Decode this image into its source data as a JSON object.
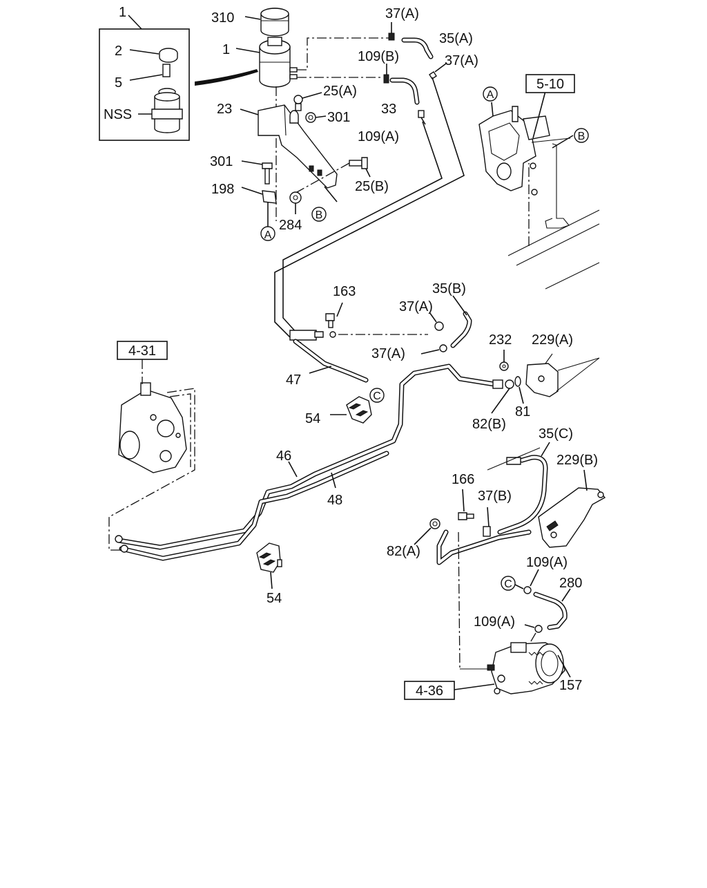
{
  "labels": {
    "l1_top": "1",
    "l2": "2",
    "l5": "5",
    "nss": "NSS",
    "l310": "310",
    "l1_tank": "1",
    "l23": "23",
    "l37a_1": "37(A)",
    "l35a": "35(A)",
    "l109b": "109(B)",
    "l37a_2": "37(A)",
    "l25a": "25(A)",
    "l33": "33",
    "l301_a": "301",
    "l109a_1": "109(A)",
    "l301_b": "301",
    "l25b": "25(B)",
    "l198": "198",
    "l284": "284",
    "l163": "163",
    "l35b": "35(B)",
    "l37a_3": "37(A)",
    "l37a_4": "37(A)",
    "l47": "47",
    "l232": "232",
    "l229a": "229(A)",
    "l54_a": "54",
    "l82b": "82(B)",
    "l81": "81",
    "l35c": "35(C)",
    "l46": "46",
    "l229b": "229(B)",
    "l48": "48",
    "l166": "166",
    "l37b": "37(B)",
    "l82a": "82(A)",
    "l109a_2": "109(A)",
    "l280": "280",
    "l54_b": "54",
    "l109a_3": "109(A)",
    "l157": "157"
  },
  "refs": {
    "r510": "5-10",
    "r431": "4-31",
    "r436": "4-36"
  },
  "markers": {
    "a_tank": "A",
    "b_bracket": "B",
    "a_frame": "A",
    "b_frame": "B",
    "c_hose47": "C",
    "c_pump": "C"
  }
}
